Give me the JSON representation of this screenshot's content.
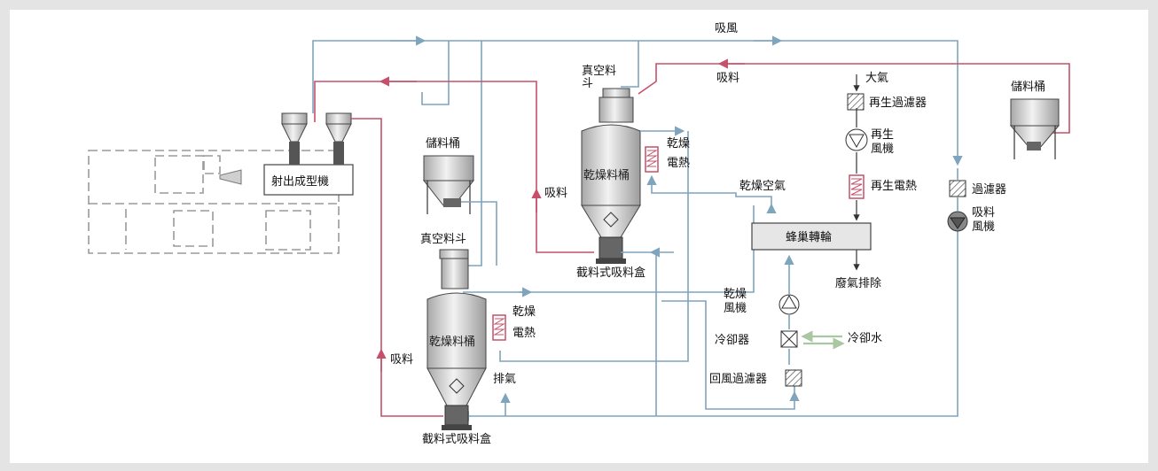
{
  "labels": {
    "suction_air": "吸風",
    "suction_top": "吸料",
    "suction_mid": "吸料",
    "suction_left": "吸料",
    "vacuum_hopper_top": "真空料\n斗",
    "vacuum_hopper_bottom": "真空料斗",
    "storage_left": "儲料桶",
    "storage_right": "儲料桶",
    "molding_machine": "射出成型機",
    "dryer_hopper_top": "乾燥料桶",
    "dryer_hopper_bottom": "乾燥料桶",
    "dry_heater_top": "乾燥\n電熱",
    "dry_heater_bottom": "乾燥\n電熱",
    "cutoff_box_top": "截料式吸料盒",
    "cutoff_box_bottom": "截料式吸料盒",
    "exhaust": "排氣",
    "dry_air": "乾燥空氣",
    "atmosphere": "大氣",
    "regen_filter": "再生過濾器",
    "regen_blower": "再生\n風機",
    "regen_heater": "再生電熱",
    "honeycomb_rotor": "蜂巢轉輪",
    "waste_exhaust": "廢氣排除",
    "dry_blower": "乾燥\n風機",
    "cooler": "冷卻器",
    "cooling_water": "冷卻水",
    "return_filter": "回風過濾器",
    "filter": "過濾器",
    "suction_blower": "吸料\n風機"
  },
  "colors": {
    "air_line": "#7fa4bd",
    "material_line": "#c6506a",
    "cooling_water": "#a9c7a3",
    "heater": "#c6506a",
    "vessel": "#d8d8d8"
  }
}
